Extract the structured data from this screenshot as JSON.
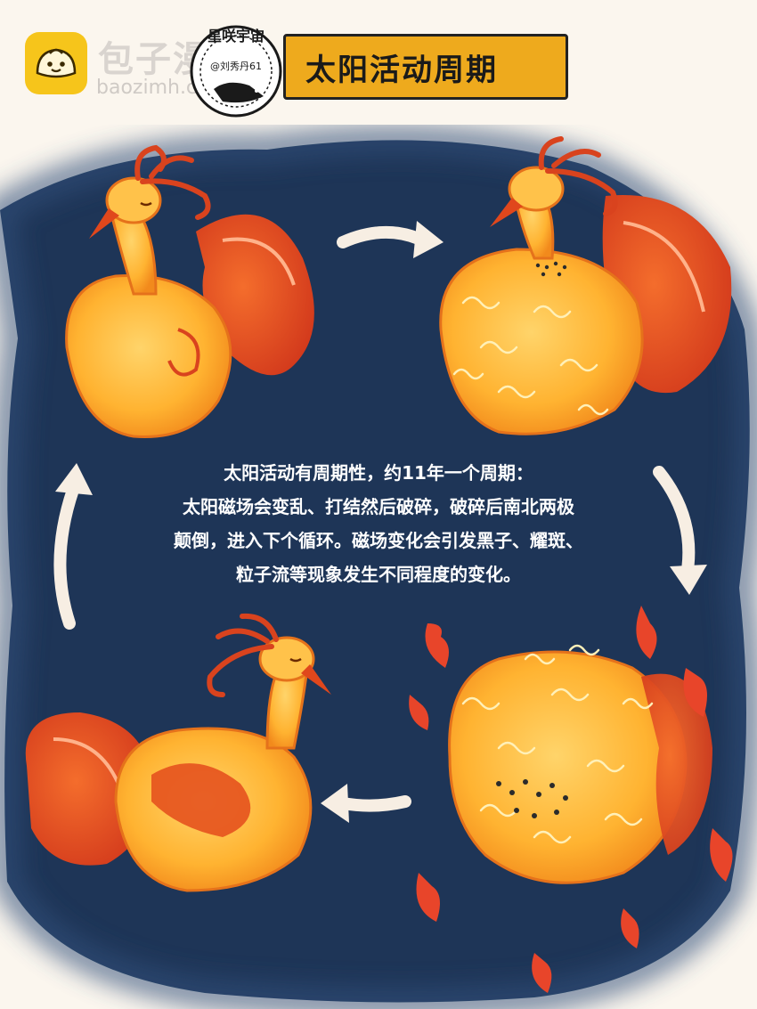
{
  "watermark": {
    "site_cn": "包子漫画",
    "site_en": "baozimh.com"
  },
  "seal": {
    "text": "星咲宇宙",
    "handle": "@刘秀丹61"
  },
  "title": "太阳活动周期",
  "body": {
    "lines": [
      "太阳活动有周期性，约11年一个周期：",
      " 太阳磁场会变乱、打结然后破碎，破碎后南北两极",
      "颠倒，进入下个循环。磁场变化会引发黑子、耀斑、",
      "粒子流等现象发生不同程度的变化。"
    ]
  },
  "colors": {
    "background": "#fbf6ee",
    "night": "#1e3557",
    "banner": "#eeaa1d",
    "phoenix_light": "#ffc24a",
    "phoenix_mid": "#f6931f",
    "phoenix_dark": "#d9431e",
    "arrow": "#f7eee3"
  },
  "icons": {
    "watermark": "bun-icon",
    "arrows": [
      "arrow-right-icon",
      "arrow-down-icon",
      "arrow-left-icon",
      "arrow-up-icon"
    ]
  }
}
